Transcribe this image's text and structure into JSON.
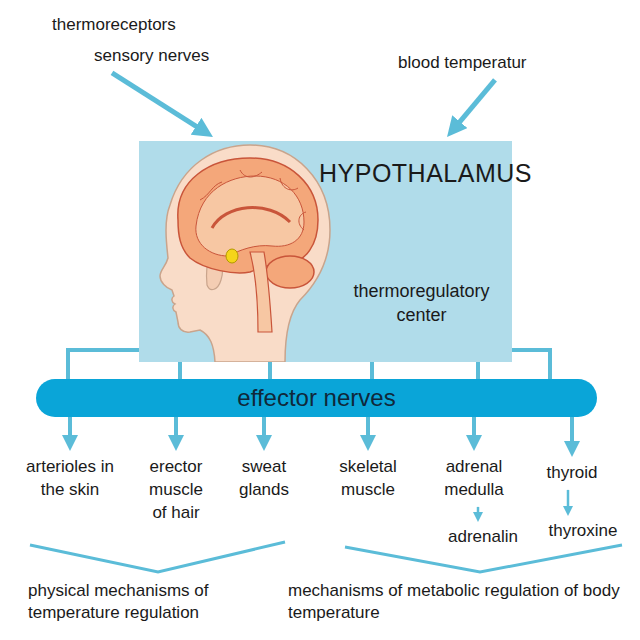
{
  "diagram": {
    "nodes": [
      {
        "text": [
          "thermoreceptors",
          "sensory nerves"
        ]
      },
      {
        "text": [
          "blood temperatur"
        ]
      },
      {
        "text": [
          "HYPOTHALAMUS",
          "thermoregulatory center"
        ]
      },
      {
        "text": [
          "effector nerves"
        ]
      },
      {
        "text": [
          "arterioles in the skin"
        ]
      },
      {
        "text": [
          "erector muscle of hair"
        ]
      },
      {
        "text": [
          "sweat glands"
        ]
      },
      {
        "text": [
          "skeletal muscle"
        ]
      },
      {
        "text": [
          "adrenal medulla"
        ]
      },
      {
        "text": [
          "adrenalin"
        ]
      },
      {
        "text": [
          "thyroid"
        ]
      },
      {
        "text": [
          "thyroxine"
        ]
      }
    ],
    "edges": [
      {
        "from": 0,
        "to": 2,
        "arrow": "to"
      },
      {
        "from": 1,
        "to": 2,
        "arrow": "to"
      },
      {
        "from": 2,
        "to": 3,
        "arrow": "none"
      },
      {
        "from": 3,
        "to": 4,
        "arrow": "to"
      },
      {
        "from": 3,
        "to": 5,
        "arrow": "to"
      },
      {
        "from": 3,
        "to": 6,
        "arrow": "to"
      },
      {
        "from": 3,
        "to": 7,
        "arrow": "to"
      },
      {
        "from": 3,
        "to": 8,
        "arrow": "to"
      },
      {
        "from": 3,
        "to": 10,
        "arrow": "to"
      },
      {
        "from": 8,
        "to": 9,
        "arrow": "to"
      },
      {
        "from": 10,
        "to": 11,
        "arrow": "to"
      }
    ],
    "labels": [
      "physical mechanisms of temperature regulation",
      "mechanisms of metabolic regulation of body temperature"
    ]
  }
}
